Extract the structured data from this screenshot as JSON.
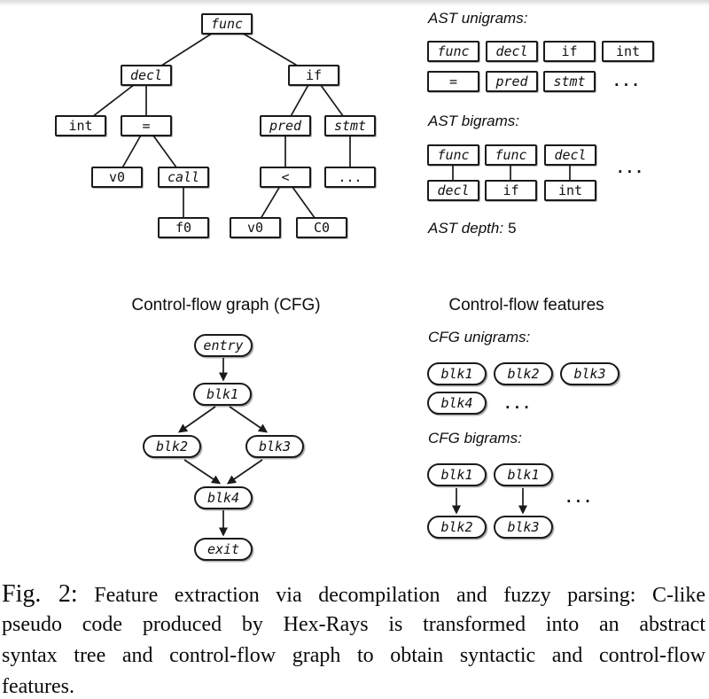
{
  "ast_tree": {
    "nodes": [
      {
        "label": "func",
        "italic": true
      },
      {
        "label": "decl",
        "italic": true
      },
      {
        "label": "if",
        "italic": false
      },
      {
        "label": "int",
        "italic": false
      },
      {
        "label": "=",
        "italic": false
      },
      {
        "label": "pred",
        "italic": true
      },
      {
        "label": "stmt",
        "italic": true
      },
      {
        "label": "v0",
        "italic": false
      },
      {
        "label": "call",
        "italic": true
      },
      {
        "label": "<",
        "italic": false
      },
      {
        "label": "...",
        "italic": false
      },
      {
        "label": "f0",
        "italic": false
      },
      {
        "label": "v0",
        "italic": false
      },
      {
        "label": "C0",
        "italic": false
      }
    ],
    "edges": [
      "func-decl",
      "func-if",
      "decl-int",
      "decl-=",
      "=-v0",
      "=-call",
      "call-f0",
      "if-pred",
      "if-stmt",
      "pred-<",
      "<-v0",
      "<-C0",
      "stmt-..."
    ]
  },
  "ast_features": {
    "unigrams_title": "AST unigrams:",
    "unigrams": [
      "func",
      "decl",
      "if",
      "int",
      "=",
      "pred",
      "stmt"
    ],
    "unigrams_more": "...",
    "bigrams_title": "AST bigrams:",
    "bigrams": [
      {
        "parent": "func",
        "child": "decl"
      },
      {
        "parent": "func",
        "child": "if"
      },
      {
        "parent": "decl",
        "child": "int"
      }
    ],
    "bigrams_more": "...",
    "depth_label": "AST depth:",
    "depth_value": "5"
  },
  "cfg": {
    "title": "Control-flow graph (CFG)",
    "nodes": [
      "entry",
      "blk1",
      "blk2",
      "blk3",
      "blk4",
      "exit"
    ],
    "edges": [
      "entry-blk1",
      "blk1-blk2",
      "blk1-blk3",
      "blk2-blk4",
      "blk3-blk4",
      "blk4-exit"
    ]
  },
  "cfg_features": {
    "title": "Control-flow features",
    "unigrams_title": "CFG unigrams:",
    "unigrams": [
      "blk1",
      "blk2",
      "blk3",
      "blk4"
    ],
    "unigrams_more": "...",
    "bigrams_title": "CFG bigrams:",
    "bigrams": [
      {
        "from": "blk1",
        "to": "blk2"
      },
      {
        "from": "blk1",
        "to": "blk3"
      }
    ],
    "bigrams_more": "..."
  },
  "caption": {
    "fig_label": "Fig. 2:",
    "line1_rest": "Feature extraction via decompilation and fuzzy parsing: C-like",
    "line2": "pseudo code produced by Hex-Rays is transformed into an abstract",
    "line3": "syntax tree and control-flow graph to obtain syntactic and control-flow",
    "line4": "features."
  }
}
